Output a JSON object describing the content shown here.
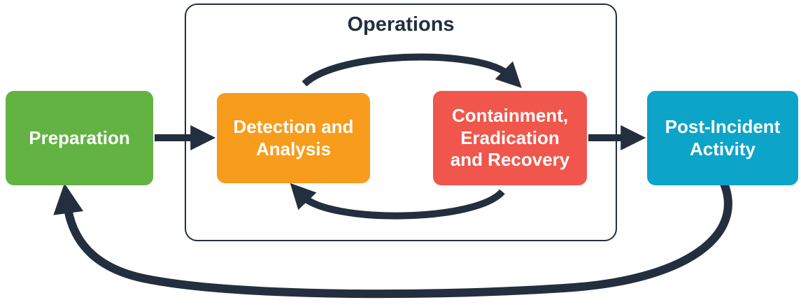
{
  "diagram": {
    "group_label": "Operations",
    "arrow_color": "#232F3E",
    "stages": [
      {
        "name": "Preparation",
        "color": "#63B344",
        "lines": [
          "Preparation"
        ]
      },
      {
        "name": "Detection and Analysis",
        "color": "#F89C1C",
        "lines": [
          "Detection and",
          "Analysis"
        ]
      },
      {
        "name": "Containment, Eradication and Recovery",
        "color": "#F0564B",
        "lines": [
          "Containment,",
          "Eradication",
          "and Recovery"
        ]
      },
      {
        "name": "Post-Incident Activity",
        "color": "#0DA4C9",
        "lines": [
          "Post-Incident",
          "Activity"
        ]
      }
    ],
    "arrows": [
      {
        "from": "Preparation",
        "to": "Detection and Analysis",
        "type": "straight"
      },
      {
        "from": "Detection and Analysis",
        "to": "Containment, Eradication and Recovery",
        "type": "arc-top"
      },
      {
        "from": "Containment, Eradication and Recovery",
        "to": "Detection and Analysis",
        "type": "arc-bottom"
      },
      {
        "from": "Containment, Eradication and Recovery",
        "to": "Post-Incident Activity",
        "type": "straight"
      },
      {
        "from": "Post-Incident Activity",
        "to": "Preparation",
        "type": "loop-bottom"
      }
    ]
  }
}
